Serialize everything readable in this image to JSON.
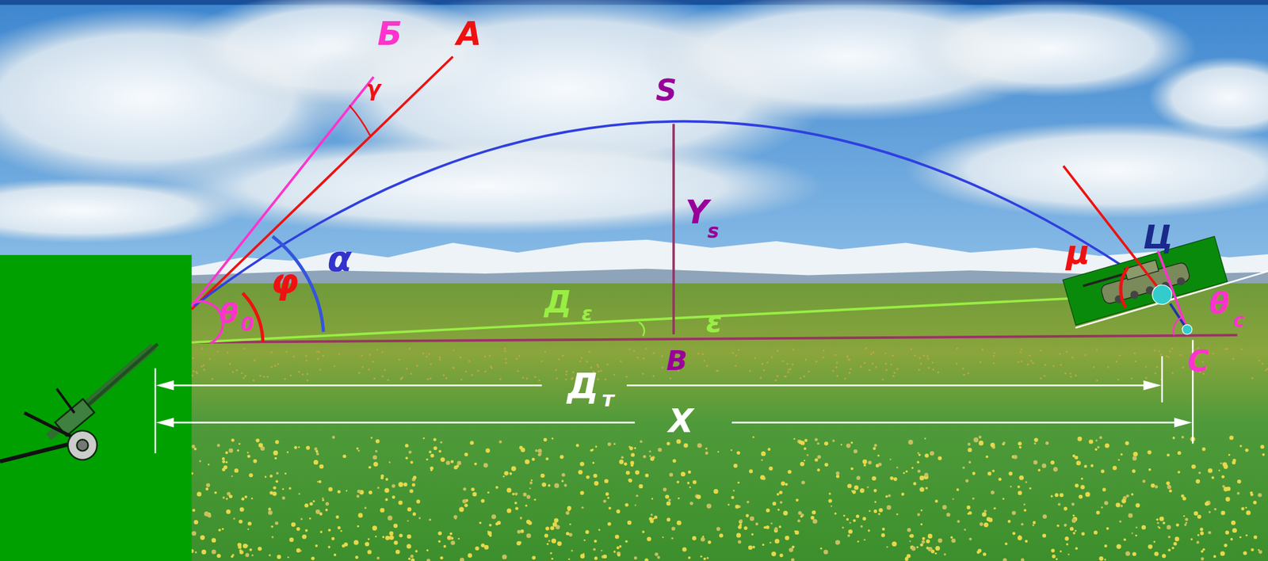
{
  "diagram": {
    "labels": [
      "Б",
      "А",
      "γ",
      "S",
      "Y",
      "s",
      "α",
      "φ",
      "θ",
      "0",
      "Д",
      "ε",
      "ε",
      "В",
      "Д",
      "т",
      "X",
      "μ",
      "Ц",
      "θ",
      "c",
      "С"
    ]
  }
}
